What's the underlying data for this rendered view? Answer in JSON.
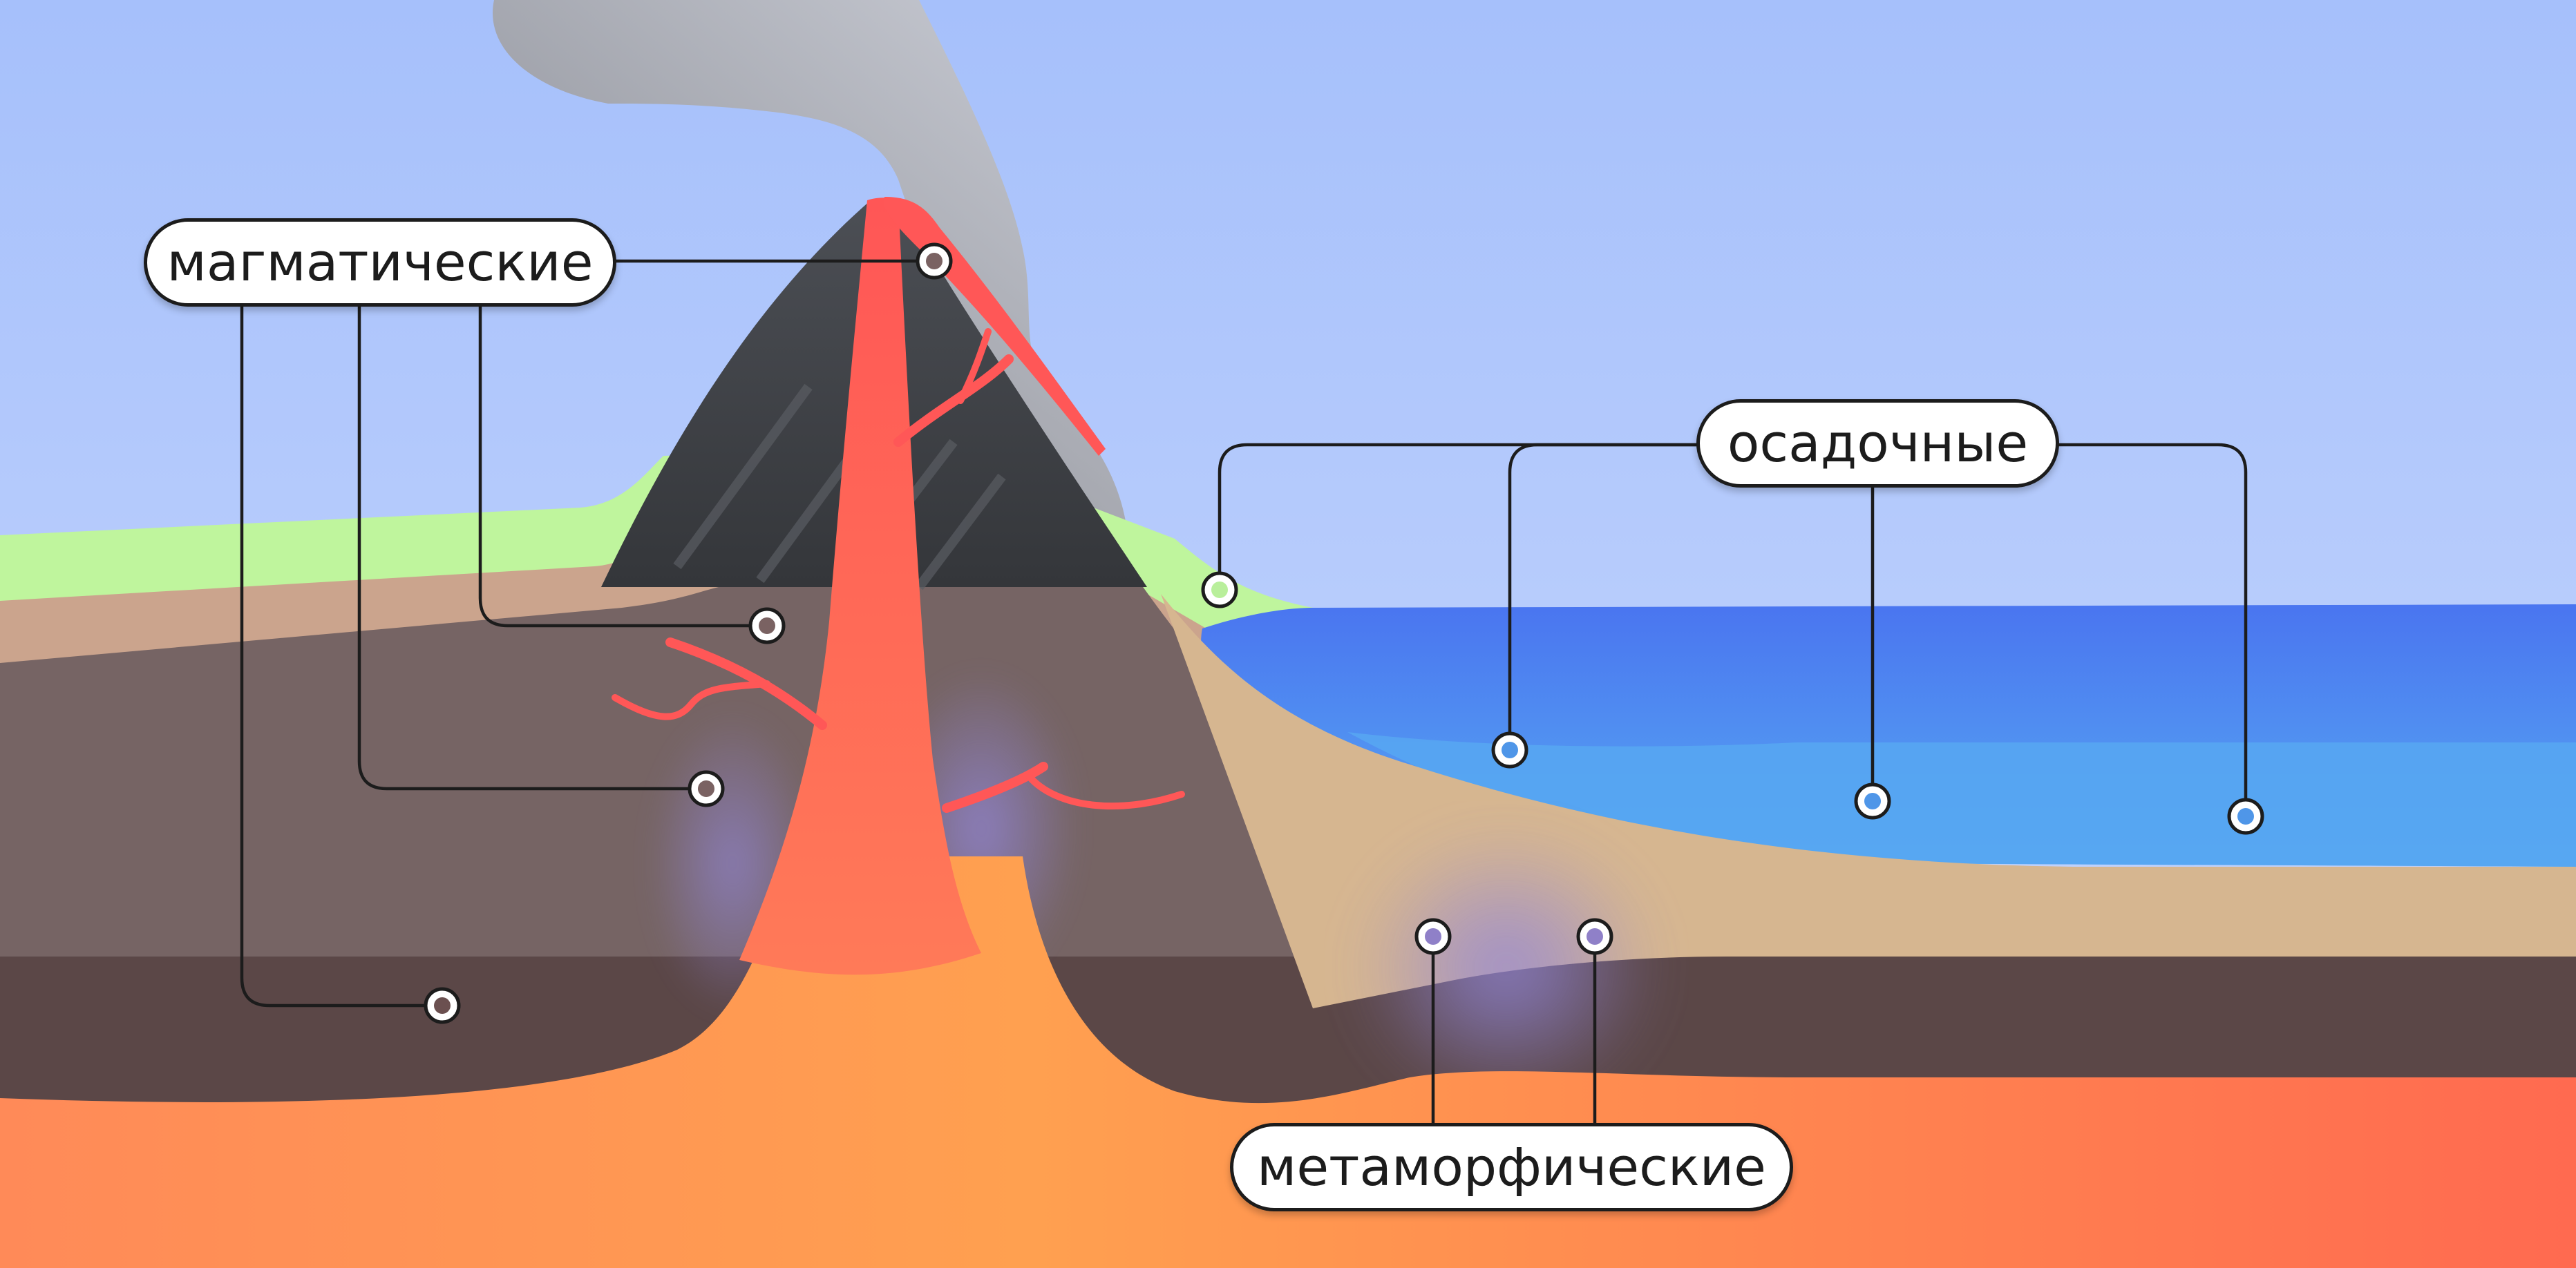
{
  "labels": {
    "igneous": "магматические",
    "sedimentary": "осадочные",
    "metamorphic": "метаморфические"
  },
  "colors": {
    "sky_top": "#a6c0fb",
    "sky_bottom": "#c8d8fc",
    "grass": "#bff59d",
    "soil": "#cba48d",
    "crust_rock": "#766464",
    "deep_rock": "#5a4646",
    "magma": "#ff6850",
    "magma_light": "#ffa452",
    "lava": "#ff5757",
    "volcano_rock": "#3f4044",
    "smoke": "#9a9a9a",
    "sea": "#4a7df2",
    "sea_light": "#57a7f2",
    "sand": "#d6b690",
    "metamorphic_zone": "#8f86d4",
    "marker_igneous": "#7a6262",
    "marker_sedimentary_land": "#b9ef9b",
    "marker_sedimentary_sea": "#4f96e8",
    "marker_metamorphic": "#8f80c8"
  }
}
